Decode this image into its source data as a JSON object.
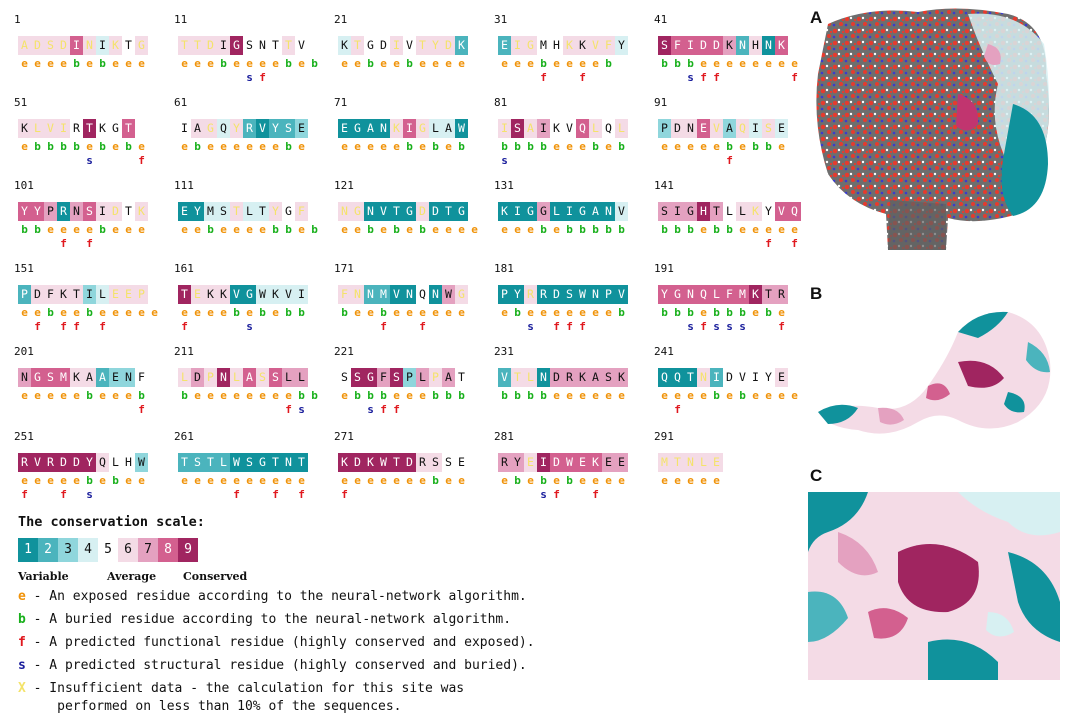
{
  "blocks": [
    {
      "start": "1",
      "seq": "ADSDINIKTG",
      "cons": "xxxx8x4x5x",
      "eb": "eeeebebeee",
      "fs": "          "
    },
    {
      "start": "11",
      "seq": "TTDIGSNTTV",
      "cons": "xxx69555x5",
      "eb": "eeebeeeebeb",
      "fs": "     sf    "
    },
    {
      "start": "21",
      "seq": "KTGDIVTYDK",
      "cons": "4x55x5xxx2",
      "eb": "eebeebeeee",
      "fs": "          "
    },
    {
      "start": "31",
      "seq": "EIGMHKKVFY",
      "cons": "2xx55x6xx4",
      "eb": "eeebeeeeb",
      "fs": "   f  f   "
    },
    {
      "start": "41",
      "seq": "SFIDDKNHNK",
      "cons": "9888872618",
      "eb": "bbbeeeeeeee",
      "fs": "  sff     f"
    },
    {
      "start": "51",
      "seq": "KLVIRTKGT",
      "cons": "6xxx59558",
      "eb": "ebbbbebebe",
      "fs": "     s   f"
    },
    {
      "start": "61",
      "seq": "IAGQYRVYSE",
      "cons": "56x4x21223",
      "eb": "ebeeeeeebe",
      "fs": "          "
    },
    {
      "start": "71",
      "seq": "EGANKIGLAW",
      "cons": "1111x8x441",
      "eb": "eeeeebebeb",
      "fs": "          "
    },
    {
      "start": "81",
      "seq": "ISAIKVQLQL",
      "cons": "x9x7558x5x",
      "eb": "bbbbeeebeb",
      "fs": "s         "
    },
    {
      "start": "91",
      "seq": "PDNEVAQISE",
      "cons": "3668x3x4x4",
      "eb": "eeeeebebbe",
      "fs": "     f    "
    },
    {
      "start": "101",
      "seq": "YYPRNSIDTK",
      "cons": "8871786x5x",
      "eb": "bbeeeebeee",
      "fs": "   f f    "
    },
    {
      "start": "111",
      "seq": "EYMSTLTYGF",
      "cons": "1144x44x5x",
      "eb": "eebeeeebbeb",
      "fs": "          "
    },
    {
      "start": "121",
      "seq": "NGNVTGDDTG",
      "cons": "xx1111x111",
      "eb": "eebebebeeee",
      "fs": "          "
    },
    {
      "start": "131",
      "seq": "KIGGLIGANV",
      "cons": "1117111114",
      "eb": "eeebebbbbb",
      "fs": "          "
    },
    {
      "start": "141",
      "seq": "SIGHTLLKYVQ",
      "cons": "7779756x588",
      "eb": "bbbebbeeeee",
      "fs": "        f f"
    },
    {
      "start": "151",
      "seq": "PDFKTILEEP",
      "cons": "2666634xxx",
      "eb": "eebeebeeeee",
      "fs": " f ff f    "
    },
    {
      "start": "161",
      "seq": "TEKKVGWKVI",
      "cons": "9x66114444",
      "eb": "eeeebebebb",
      "fs": "f    s    "
    },
    {
      "start": "171",
      "seq": "FNNMVNQNWG",
      "cons": "xx2211517x",
      "eb": "beebeeeeee",
      "fs": "   f  f   "
    },
    {
      "start": "181",
      "seq": "PYRRDSWNPV",
      "cons": "11x1111111",
      "eb": "ebeeeeeeeb",
      "fs": "  s fff   "
    },
    {
      "start": "191",
      "seq": "YGNQLFMKTR",
      "cons": "8888888977",
      "eb": "bbbebbbebe",
      "fs": "  sfsss  f"
    },
    {
      "start": "201",
      "seq": "NGSMKAAENF",
      "cons": "7888662335",
      "eb": "eeeeebeeeb",
      "fs": "         f"
    },
    {
      "start": "211",
      "seq": "LDPNLASSLL",
      "cons": "x7x9x8x877",
      "eb": "beeeeeeeebb",
      "fs": "        fs"
    },
    {
      "start": "221",
      "seq": "SSGFSPLPAT",
      "cons": "5997937x75",
      "eb": "ebbbeeebbb",
      "fs": "  sff     "
    },
    {
      "start": "231",
      "seq": "VTLNDRKASK",
      "cons": "2xx1777777",
      "eb": "bbbbeeeeee",
      "fs": "          "
    },
    {
      "start": "241",
      "seq": "QQTNIDVIYE",
      "cons": "111x255556",
      "eb": "eeeebebeeee",
      "fs": " f        "
    },
    {
      "start": "251",
      "seq": "RVRDDYQLHW",
      "cons": "9999996553",
      "eb": "eeeeebebee",
      "fs": "f  f s    "
    },
    {
      "start": "261",
      "seq": "TSTLWSGTNT",
      "cons": "2222111111",
      "eb": "eeeeeeeeee",
      "fs": "    f  f f"
    },
    {
      "start": "271",
      "seq": "KDKWTDRSSE",
      "cons": "9999996655",
      "eb": "eeeeeeebee",
      "fs": "f         "
    },
    {
      "start": "281",
      "seq": "RYEIDWEKEE",
      "cons": "77x9888877",
      "eb": "ebebebeeee",
      "fs": "   sf  f  "
    },
    {
      "start": "291",
      "seq": "MTNLE",
      "cons": "xxxxx",
      "eb": "eeeee",
      "fs": "     "
    }
  ],
  "scale": {
    "title": "The conservation scale:",
    "grades": [
      "1",
      "2",
      "3",
      "4",
      "5",
      "6",
      "7",
      "8",
      "9"
    ],
    "colors": [
      "#10929c",
      "#4bb4bd",
      "#8fd6dc",
      "#d7f0f2",
      "#ffffff",
      "#f4dbe6",
      "#e4a1c0",
      "#d3608f",
      "#a02560"
    ],
    "label_variable": "Variable",
    "label_average": "Average",
    "label_conserved": "Conserved"
  },
  "legend": [
    {
      "key": "e",
      "color": "#f0930a",
      "text": " - An exposed residue according to the neural-network algorithm."
    },
    {
      "key": "b",
      "color": "#19b01c",
      "text": " - A buried residue according to the neural-network algorithm."
    },
    {
      "key": "f",
      "color": "#e0181e",
      "text": " - A predicted functional residue (highly conserved and exposed)."
    },
    {
      "key": "s",
      "color": "#1a1e9c",
      "text": " - A predicted structural residue (highly conserved and buried)."
    },
    {
      "key": "X",
      "color": "#f4e36a",
      "text": " - Insufficient data - the calculation for this site was"
    },
    {
      "key": "",
      "color": "#111111",
      "text": "     performed on less than 10% of the sequences."
    }
  ],
  "colors": {
    "exposed": "#f0930a",
    "buried": "#19b01c",
    "functional": "#e0181e",
    "structural": "#1a1e9c",
    "insufficient": "#f4e36a"
  },
  "panels": {
    "a": "A",
    "b": "B",
    "c": "C"
  }
}
